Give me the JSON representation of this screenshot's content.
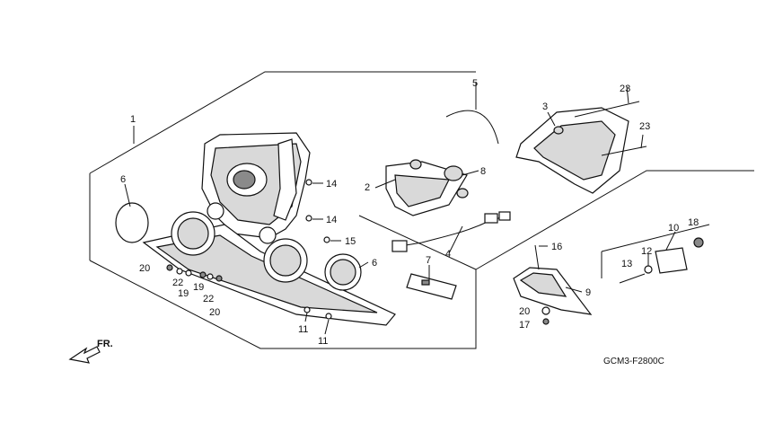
{
  "diagram": {
    "code": "GCM3-F2800C",
    "direction": "FR.",
    "callouts": [
      {
        "id": "c1",
        "text": "1"
      },
      {
        "id": "c2",
        "text": "2"
      },
      {
        "id": "c3",
        "text": "3"
      },
      {
        "id": "c4",
        "text": "4"
      },
      {
        "id": "c5",
        "text": "5"
      },
      {
        "id": "c6a",
        "text": "6"
      },
      {
        "id": "c6b",
        "text": "6"
      },
      {
        "id": "c7",
        "text": "7"
      },
      {
        "id": "c8",
        "text": "8"
      },
      {
        "id": "c9",
        "text": "9"
      },
      {
        "id": "c10",
        "text": "10"
      },
      {
        "id": "c11a",
        "text": "11"
      },
      {
        "id": "c11b",
        "text": "11"
      },
      {
        "id": "c12",
        "text": "12"
      },
      {
        "id": "c13",
        "text": "13"
      },
      {
        "id": "c14a",
        "text": "14"
      },
      {
        "id": "c14b",
        "text": "14"
      },
      {
        "id": "c15",
        "text": "15"
      },
      {
        "id": "c16",
        "text": "16"
      },
      {
        "id": "c17",
        "text": "17"
      },
      {
        "id": "c18",
        "text": "18"
      },
      {
        "id": "c19a",
        "text": "19"
      },
      {
        "id": "c19b",
        "text": "19"
      },
      {
        "id": "c20a",
        "text": "20"
      },
      {
        "id": "c20b",
        "text": "20"
      },
      {
        "id": "c20c",
        "text": "20"
      },
      {
        "id": "c22a",
        "text": "22"
      },
      {
        "id": "c22b",
        "text": "22"
      },
      {
        "id": "c23a",
        "text": "23"
      },
      {
        "id": "c23b",
        "text": "23"
      }
    ]
  }
}
